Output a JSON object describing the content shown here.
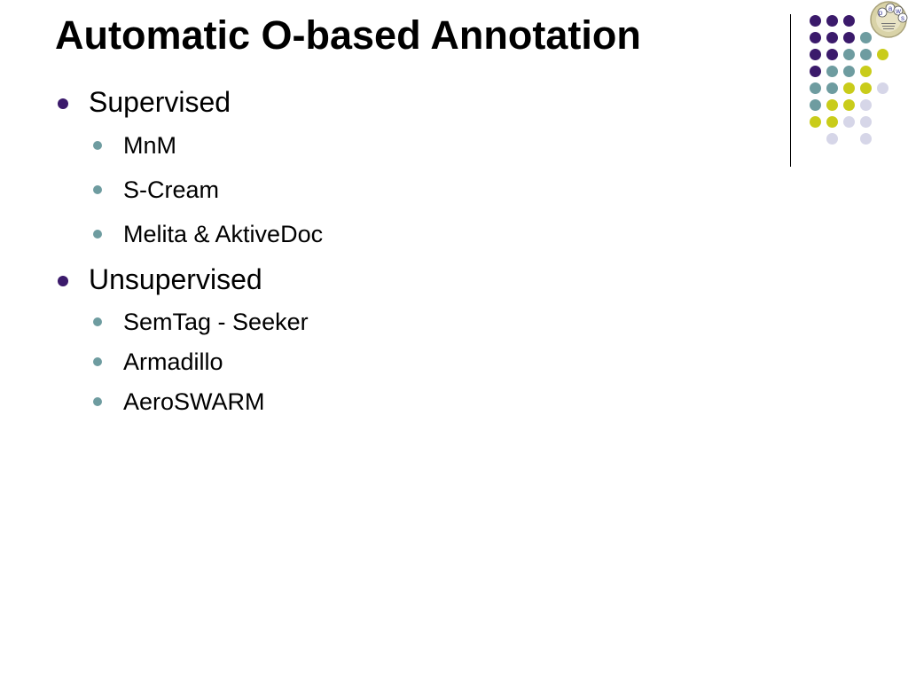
{
  "slide": {
    "title": "Automatic O-based Annotation",
    "bullets": [
      {
        "label": "Supervised",
        "children": [
          "MnM",
          "S-Cream",
          "Melita & AktiveDoc"
        ]
      },
      {
        "label": "Unsupervised",
        "children": [
          "SemTag - Seeker",
          "Armadillo",
          "AeroSWARM"
        ]
      }
    ]
  },
  "logo": {
    "text": "paws"
  },
  "colors": {
    "title": "#000000",
    "level1_bullet": "#3b1a6b",
    "level2_bullet": "#6e9ca0",
    "dot_purple": "#3b1a6b",
    "dot_teal": "#6e9ca0",
    "dot_yellow": "#c9cc1a",
    "dot_lavender": "#d6d6e8"
  }
}
